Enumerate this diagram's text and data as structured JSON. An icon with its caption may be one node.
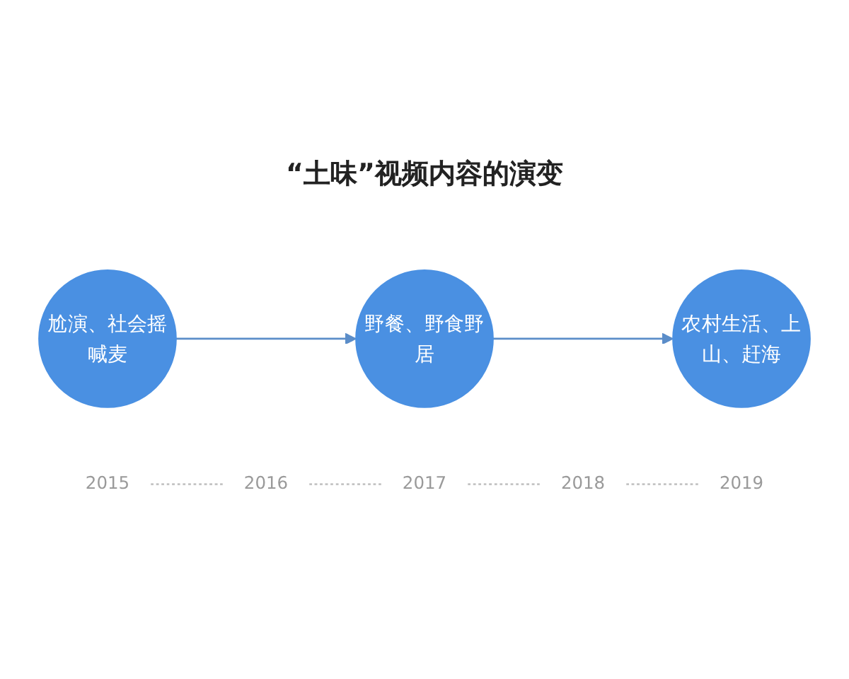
{
  "diagram": {
    "title": "“土味”视频内容的演变",
    "nodes": [
      {
        "text": [
          "尬演、社会摇喊麦"
        ]
      },
      {
        "text": [
          "野餐、野食野居"
        ]
      },
      {
        "text": [
          "农村生活、上山、赶海"
        ]
      },
      {
        "text": [
          "2015"
        ]
      },
      {
        "text": [
          "2016"
        ]
      },
      {
        "text": [
          "2017"
        ]
      },
      {
        "text": [
          "2018"
        ]
      },
      {
        "text": [
          "2019"
        ]
      }
    ],
    "edges": [
      {
        "from": 0,
        "to": 1,
        "arrow": "to",
        "color": "#5b8dc9"
      },
      {
        "from": 1,
        "to": 2,
        "arrow": "to",
        "color": "#5b8dc9"
      },
      {
        "from": 3,
        "to": 4,
        "arrow": "none",
        "style": "dashed"
      },
      {
        "from": 4,
        "to": 5,
        "arrow": "none",
        "style": "dashed"
      },
      {
        "from": 5,
        "to": 6,
        "arrow": "none",
        "style": "dashed"
      },
      {
        "from": 6,
        "to": 7,
        "arrow": "none",
        "style": "dashed"
      }
    ]
  }
}
